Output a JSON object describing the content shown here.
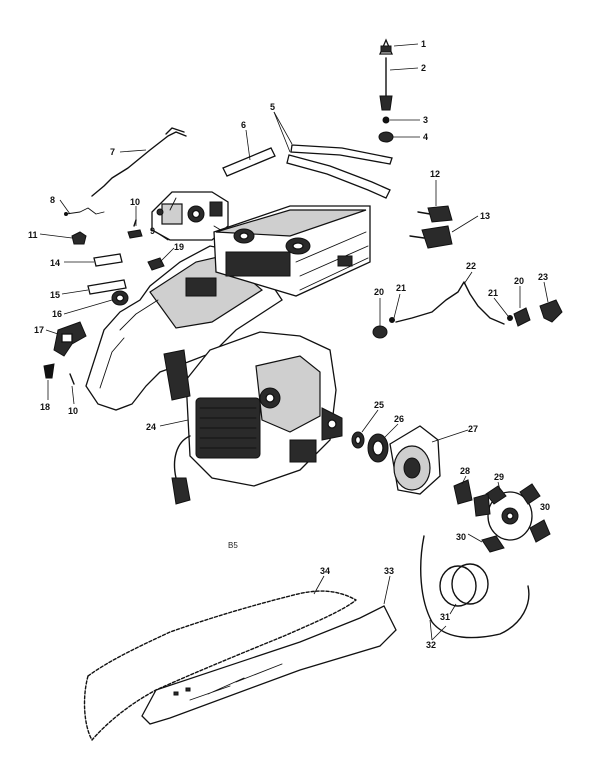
{
  "diagram": {
    "section_code": "B5",
    "callouts": [
      "1",
      "2",
      "3",
      "4",
      "5",
      "6",
      "7",
      "8",
      "9",
      "10",
      "11",
      "12",
      "13",
      "14",
      "15",
      "16",
      "17",
      "18",
      "19",
      "20",
      "21",
      "22",
      "23",
      "24",
      "25",
      "26",
      "27",
      "28",
      "29",
      "30",
      "31",
      "32",
      "33",
      "34"
    ]
  }
}
